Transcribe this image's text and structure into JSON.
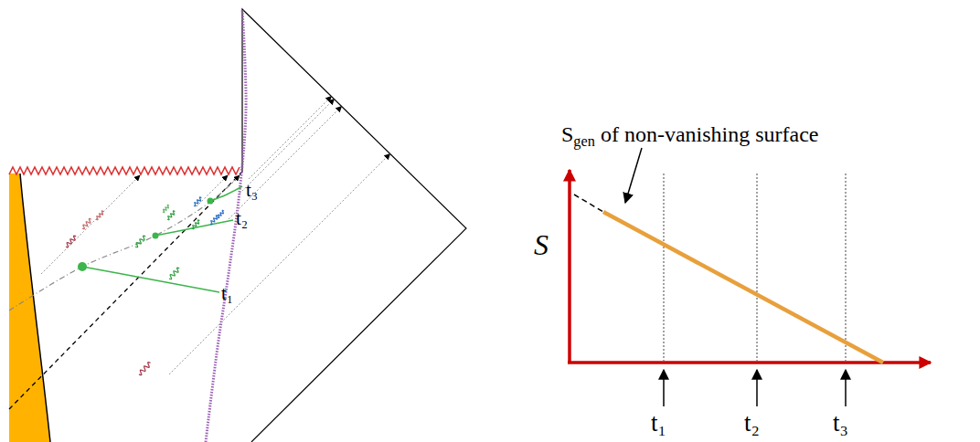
{
  "diagram": {
    "labels": [
      "t₃",
      "t₂",
      "t₁",
      "Sgen of non-vanishing surface",
      "S",
      "t₁",
      "t₂",
      "t₃"
    ]
  }
}
